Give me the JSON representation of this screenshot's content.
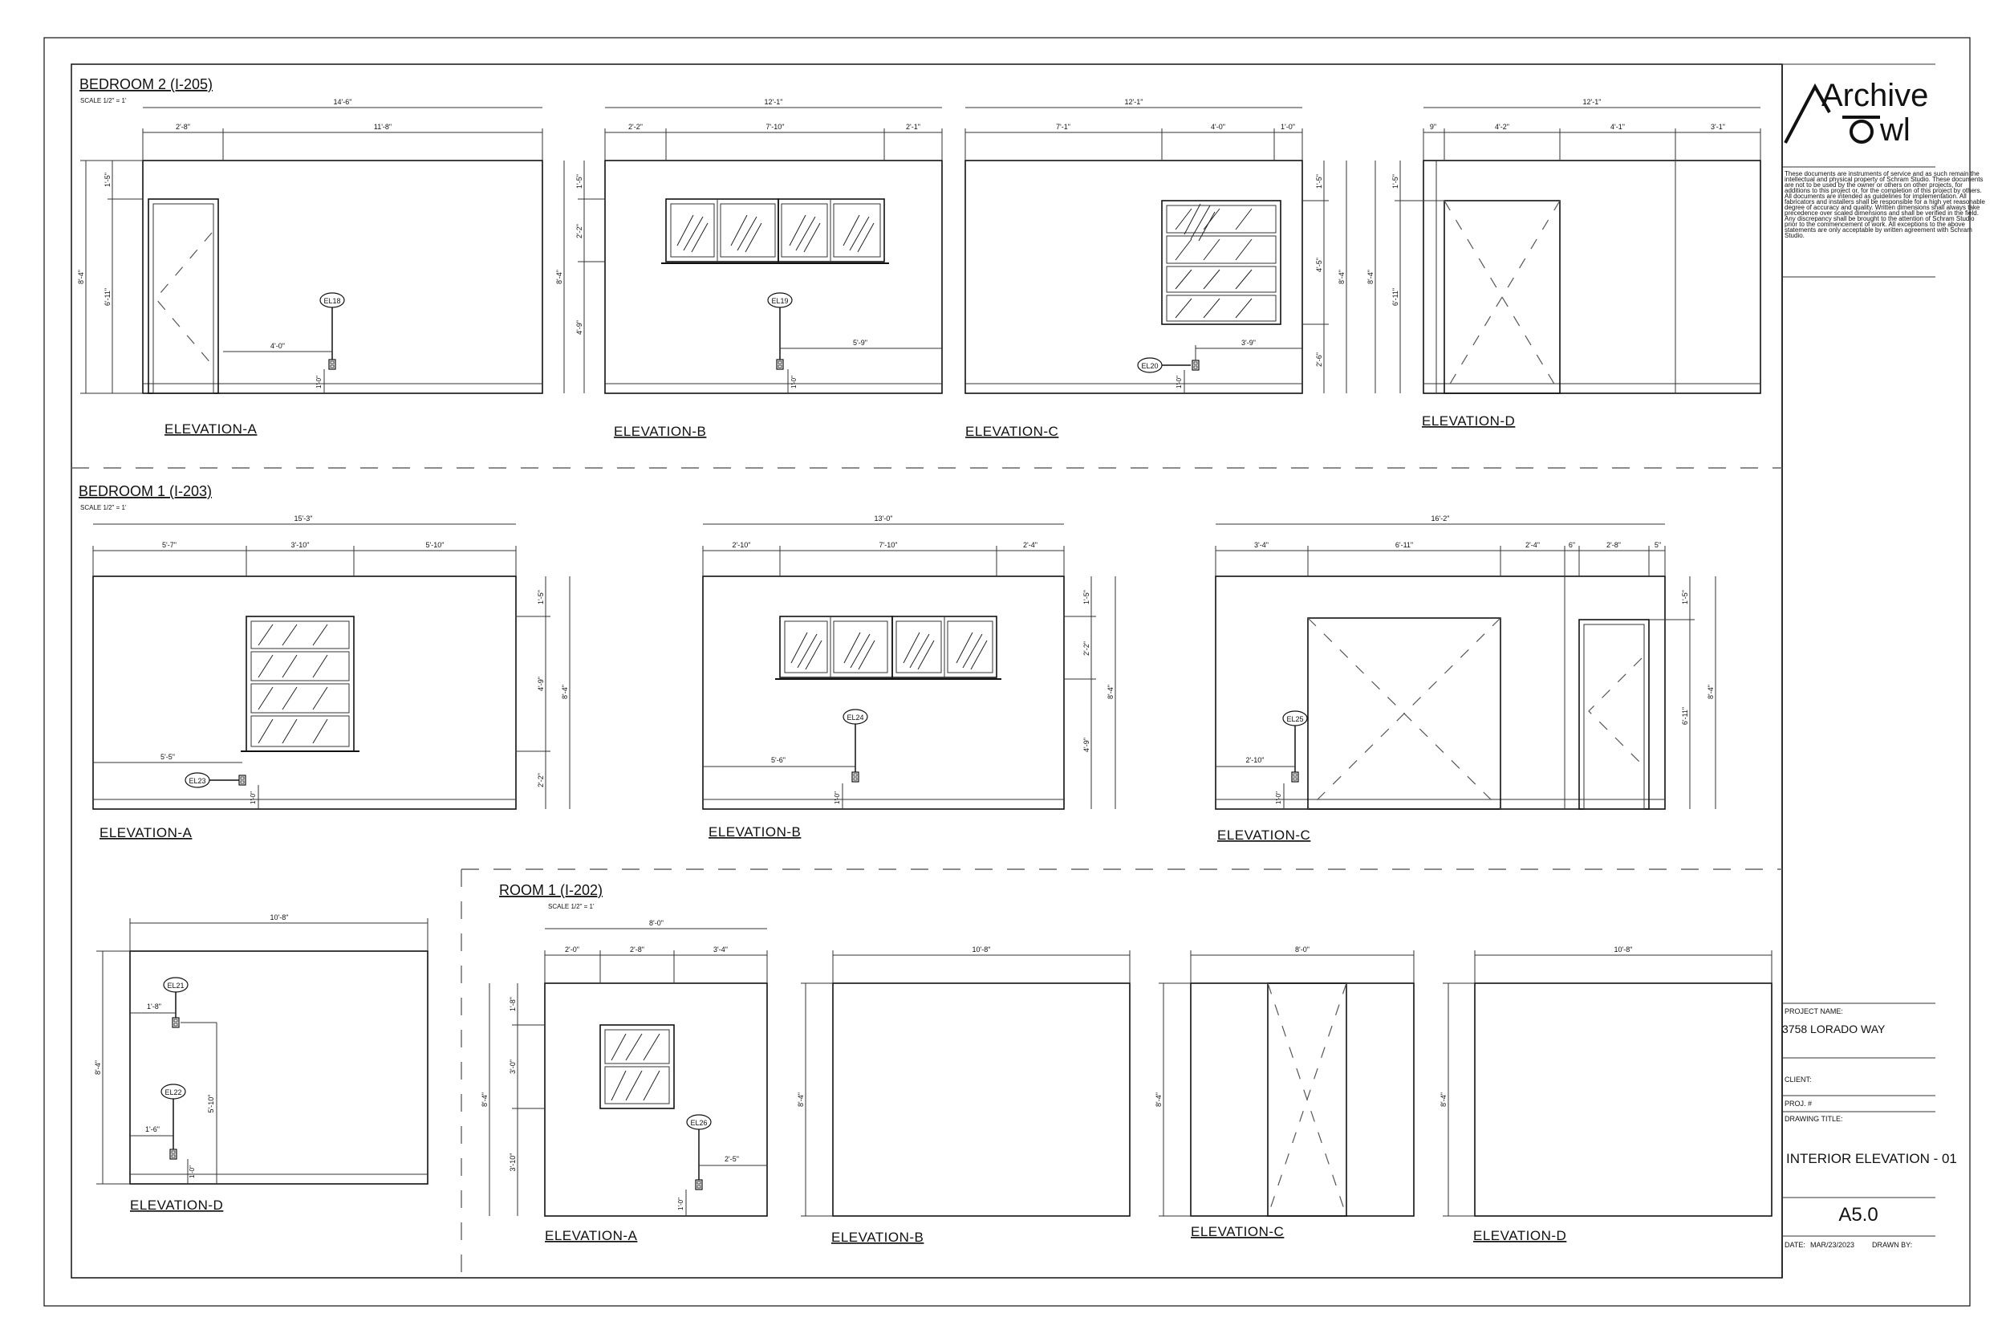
{
  "brand": {
    "name_line1": "Archive",
    "name_line2": "wl"
  },
  "disclaimer": [
    "These documents are instruments of service and as such remain the",
    "intellectual and physical property of Schram Studio. These documents",
    "are not to be used by the owner or others on other projects, for",
    "additions to this project or, for the completion of this project by others.",
    "All documents are intended as guidelines for implementation. All",
    "fabricators and installers shall be responsible for a high yet reasonable",
    "degree of accuracy and quality. Written dimensions shall always take",
    "precedence over scaled dimensions and shall be verified in the field.",
    "Any discrepancy shall be brought to the attention of Schram Studio",
    "prior to the commencement of work. All exceptions to the above",
    "statements are only acceptable by written agreement with Schram",
    "Studio."
  ],
  "title_block": {
    "project_label": "PROJECT NAME:",
    "project_name": "3758 LORADO WAY",
    "client_label": "CLIENT:",
    "proj_no_label": "PROJ. #",
    "drawing_title_label": "DRAWING TITLE:",
    "drawing_title": "INTERIOR ELEVATION - 01",
    "sheet_no": "A5.0",
    "date_label": "DATE:",
    "date": "MAR/23/2023",
    "drawn_by_label": "DRAWN BY:"
  },
  "rooms": {
    "bedroom2": {
      "title": "BEDROOM 2 (I-205)",
      "scale": "SCALE 1/2\" = 1'"
    },
    "bedroom1": {
      "title": "BEDROOM 1 (I-203)",
      "scale": "SCALE 1/2\" = 1'"
    },
    "room1": {
      "title": "ROOM 1 (I-202)",
      "scale": "SCALE 1/2\" = 1'"
    }
  },
  "elevation_labels": {
    "a": "ELEVATION-A",
    "b": "ELEVATION-B",
    "c": "ELEVATION-C",
    "d": "ELEVATION-D"
  },
  "tags": {
    "el18": "EL18",
    "el19": "EL19",
    "el20": "EL20",
    "el21": "EL21",
    "el22": "EL22",
    "el23": "EL23",
    "el24": "EL24",
    "el25": "EL25",
    "el26": "EL26"
  },
  "dims": {
    "b2a": {
      "total": "14'-6\"",
      "s1": "2'-8\"",
      "s2": "11'-8\"",
      "h1": "1'-5\"",
      "h2": "6'-11\"",
      "h_total": "8'-4\"",
      "tag_run": "4'-0\"",
      "tag_drop": "1'-0\""
    },
    "b2b": {
      "total": "12'-1\"",
      "s1": "2'-2\"",
      "s2": "7'-10\"",
      "s3": "2'-1\"",
      "h1": "1'-5\"",
      "h2": "2'-2\"",
      "h3": "4'-9\"",
      "h_total": "8'-4\"",
      "tag_run": "5'-9\"",
      "tag_drop": "1'-0\""
    },
    "b2c": {
      "total": "12'-1\"",
      "s1": "7'-1\"",
      "s2": "4'-0\"",
      "s3": "1'-0\"",
      "h1": "1'-5\"",
      "h2": "4'-5\"",
      "h3": "2'-6\"",
      "h_total": "8'-4\"",
      "tag_run": "3'-9\"",
      "tag_drop": "1'-0\""
    },
    "b2d": {
      "total": "12'-1\"",
      "s1": "9\"",
      "s2": "4'-2\"",
      "s3": "4'-1\"",
      "s4": "3'-1\"",
      "h1": "1'-5\"",
      "h2": "6'-11\"",
      "h_total": "8'-4\""
    },
    "b1a": {
      "total": "15'-3\"",
      "s1": "5'-7\"",
      "s2": "3'-10\"",
      "s3": "5'-10\"",
      "h1": "1'-5\"",
      "h2": "4'-9\"",
      "h3": "2'-2\"",
      "h_total": "8'-4\"",
      "tag_run": "5'-5\"",
      "tag_drop": "1'-0\""
    },
    "b1b": {
      "total": "13'-0\"",
      "s1": "2'-10\"",
      "s2": "7'-10\"",
      "s3": "2'-4\"",
      "h1": "1'-5\"",
      "h2": "2'-2\"",
      "h3": "4'-9\"",
      "h_total": "8'-4\"",
      "tag_run": "5'-6\"",
      "tag_drop": "1'-0\""
    },
    "b1c": {
      "total": "16'-2\"",
      "s1": "3'-4\"",
      "s2": "6'-11\"",
      "s3": "2'-4\"",
      "s4": "6\"",
      "s5": "2'-8\"",
      "s6": "5\"",
      "h1": "1'-5\"",
      "h2": "6'-11\"",
      "h_total": "8'-4\"",
      "tag_run": "2'-10\"",
      "tag_drop": "1'-0\""
    },
    "b1d": {
      "total": "10'-8\"",
      "h_total": "8'-4\"",
      "run1": "1'-8\"",
      "run2": "1'-6\"",
      "h_mid": "5'-10\"",
      "tag_drop": "1'-0\""
    },
    "r1a": {
      "total": "8'-0\"",
      "s1": "2'-0\"",
      "s2": "2'-8\"",
      "s3": "3'-4\"",
      "h1": "1'-8\"",
      "h2": "3'-0\"",
      "h3": "3'-10\"",
      "h_total": "8'-4\"",
      "tag_run": "2'-5\"",
      "tag_drop": "1'-0\""
    },
    "r1b": {
      "total": "10'-8\"",
      "h_total": "8'-4\""
    },
    "r1c": {
      "total": "8'-0\"",
      "h_total": "8'-4\""
    },
    "r1d": {
      "total": "10'-8\"",
      "h_total": "8'-4\""
    }
  }
}
